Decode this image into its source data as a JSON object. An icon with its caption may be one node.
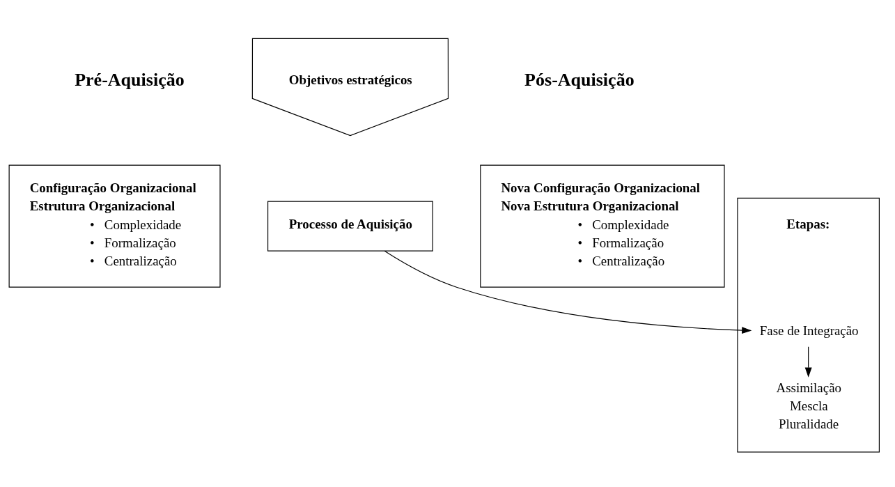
{
  "diagram": {
    "nodes": [
      {
        "text": [
          "Objetivos estratégicos"
        ]
      },
      {
        "text": [
          "Configuração Organizacional",
          "Estrutura Organizacional",
          "•   Complexidade",
          "•   Formalização",
          "•   Centralização"
        ]
      },
      {
        "text": [
          "Processo de Aquisição"
        ]
      },
      {
        "text": [
          "Etapas:"
        ]
      },
      {
        "text": [
          "Fase de Integração"
        ],
        "in": 3
      },
      {
        "text": [
          "Assimilação",
          "Mescla",
          "Pluralidade"
        ],
        "in": 3
      },
      {
        "text": [
          "Nova Configuração Organizacional",
          "Nova Estrutura Organizacional",
          "•   Complexidade",
          "•   Formalização",
          "•   Centralização"
        ]
      }
    ],
    "edges": [
      {
        "from": 2,
        "to": 4,
        "arrow": "to"
      },
      {
        "from": 4,
        "to": 5,
        "arrow": "to"
      }
    ],
    "labels": [
      "Pré-Aquisição",
      "Pós-Aquisição"
    ]
  }
}
